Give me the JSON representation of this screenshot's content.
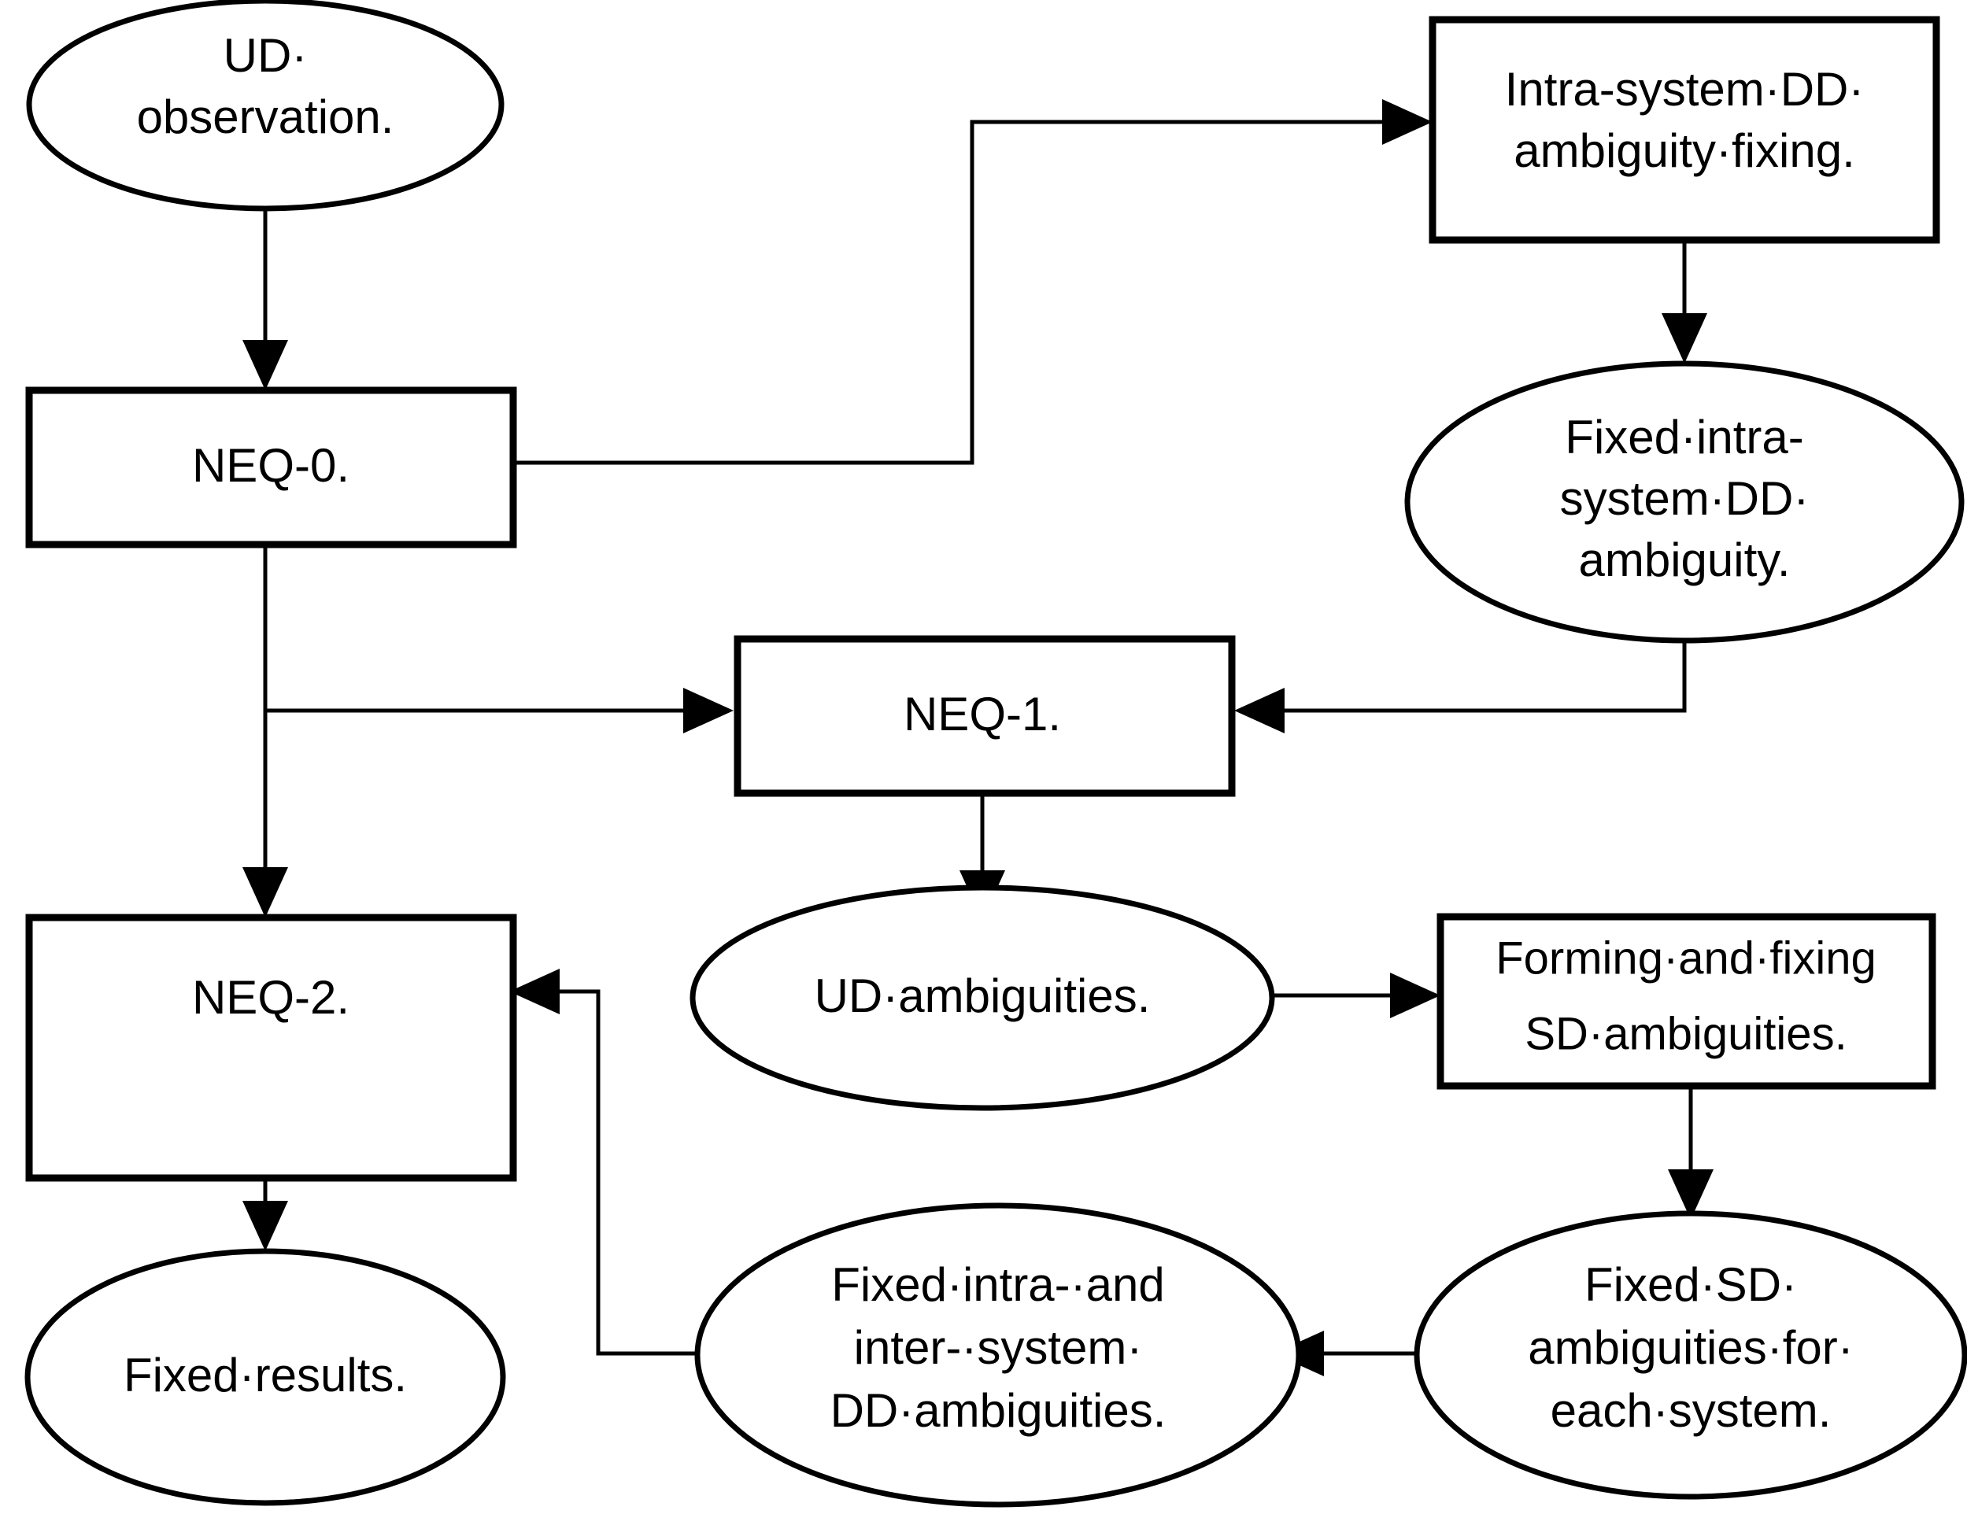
{
  "diagram": {
    "title": "GNSS ambiguity resolution NEQ flowchart",
    "colors": {
      "stroke": "#000000",
      "fill": "#ffffff",
      "background": "#ffffff"
    },
    "nodes": [
      {
        "id": "ud-observation",
        "shape": "ellipse",
        "lines": [
          "UD·",
          "observation."
        ]
      },
      {
        "id": "intra-system-dd-ambiguity-fixing",
        "shape": "rect",
        "lines": [
          "Intra-system·DD·",
          "ambiguity·fixing."
        ]
      },
      {
        "id": "neq-0",
        "shape": "rect",
        "lines": [
          "NEQ-0."
        ]
      },
      {
        "id": "fixed-intra-system-dd-ambiguity",
        "shape": "ellipse",
        "lines": [
          "Fixed·intra-",
          "system·DD·",
          "ambiguity."
        ]
      },
      {
        "id": "neq-1",
        "shape": "rect",
        "lines": [
          "NEQ-1."
        ]
      },
      {
        "id": "neq-2",
        "shape": "rect",
        "lines": [
          "NEQ-2."
        ]
      },
      {
        "id": "ud-ambiguities",
        "shape": "ellipse",
        "lines": [
          "UD·ambiguities."
        ]
      },
      {
        "id": "forming-and-fixing-sd-ambiguities",
        "shape": "rect",
        "lines": [
          "Forming·and·fixing",
          "SD·ambiguities."
        ]
      },
      {
        "id": "fixed-results",
        "shape": "ellipse",
        "lines": [
          "Fixed·results."
        ]
      },
      {
        "id": "fixed-intra-and-inter-system-dd-ambiguities",
        "shape": "ellipse",
        "lines": [
          "Fixed·intra-·and",
          "inter-·system·",
          "DD·ambiguities."
        ]
      },
      {
        "id": "fixed-sd-ambiguities-each-system",
        "shape": "ellipse",
        "lines": [
          "Fixed·SD·",
          "ambiguities·for·",
          "each·system."
        ]
      }
    ],
    "edges": [
      {
        "id": "e1",
        "from": "ud-observation",
        "to": "neq-0"
      },
      {
        "id": "e2",
        "from": "neq-0",
        "to": "intra-system-dd-ambiguity-fixing"
      },
      {
        "id": "e3",
        "from": "intra-system-dd-ambiguity-fixing",
        "to": "fixed-intra-system-dd-ambiguity"
      },
      {
        "id": "e4",
        "from": "fixed-intra-system-dd-ambiguity",
        "to": "neq-1"
      },
      {
        "id": "e5",
        "from": "neq-0",
        "to": "neq-1"
      },
      {
        "id": "e6",
        "from": "neq-0",
        "to": "neq-2"
      },
      {
        "id": "e7",
        "from": "neq-1",
        "to": "ud-ambiguities"
      },
      {
        "id": "e8",
        "from": "ud-ambiguities",
        "to": "forming-and-fixing-sd-ambiguities"
      },
      {
        "id": "e9",
        "from": "forming-and-fixing-sd-ambiguities",
        "to": "fixed-sd-ambiguities-each-system"
      },
      {
        "id": "e10",
        "from": "fixed-sd-ambiguities-each-system",
        "to": "fixed-intra-and-inter-system-dd-ambiguities"
      },
      {
        "id": "e11",
        "from": "fixed-intra-and-inter-system-dd-ambiguities",
        "to": "neq-2"
      },
      {
        "id": "e12",
        "from": "neq-2",
        "to": "fixed-results"
      }
    ]
  }
}
